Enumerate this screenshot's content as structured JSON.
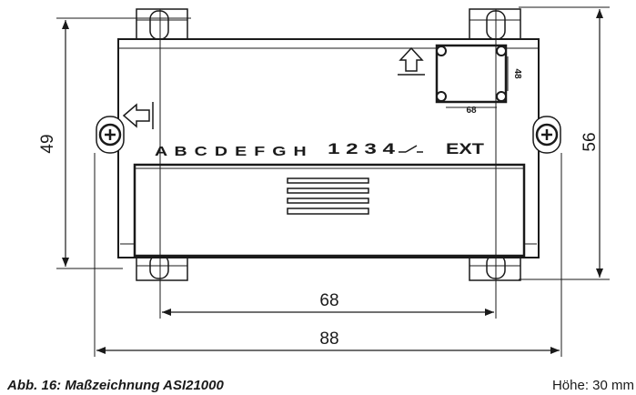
{
  "drawing": {
    "dimensions": {
      "height_inner": "49",
      "height_outer": "56",
      "width_inner": "68",
      "width_outer": "88",
      "hole_spacing_h": "68",
      "hole_spacing_v": "48"
    },
    "panel_labels": {
      "letters": "A B C D E F G H",
      "numbers": "1 2 3 4",
      "ext": "EXT"
    }
  },
  "caption": "Abb. 16: Maßzeichnung ASI21000",
  "height_note": "Höhe: 30 mm"
}
